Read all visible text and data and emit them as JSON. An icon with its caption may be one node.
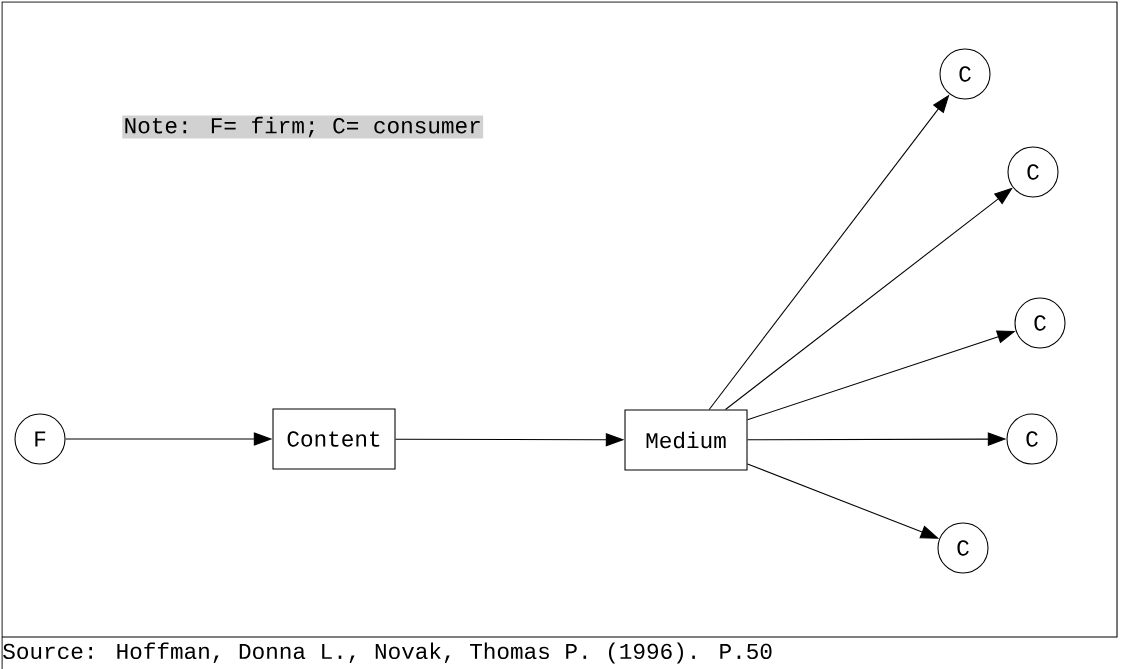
{
  "diagram": {
    "caption": "Source: Hoffman, Donna L., Novak, Thomas P. (1996). P.50",
    "nodes": [
      {
        "text": [
          "F"
        ]
      },
      {
        "text": [
          "Content"
        ]
      },
      {
        "text": [
          "Medium"
        ]
      },
      {
        "text": [
          "C"
        ]
      },
      {
        "text": [
          "C"
        ]
      },
      {
        "text": [
          "C"
        ]
      },
      {
        "text": [
          "C"
        ]
      },
      {
        "text": [
          "C"
        ]
      }
    ],
    "edges": [
      {
        "from": 0,
        "to": 1,
        "arrow": "to"
      },
      {
        "from": 1,
        "to": 2,
        "arrow": "to"
      },
      {
        "from": 2,
        "to": 3,
        "arrow": "to"
      },
      {
        "from": 2,
        "to": 4,
        "arrow": "to"
      },
      {
        "from": 2,
        "to": 5,
        "arrow": "to"
      },
      {
        "from": 2,
        "to": 6,
        "arrow": "to"
      },
      {
        "from": 2,
        "to": 7,
        "arrow": "to"
      }
    ],
    "labels": [
      "Note: F= firm; C= consumer"
    ]
  }
}
